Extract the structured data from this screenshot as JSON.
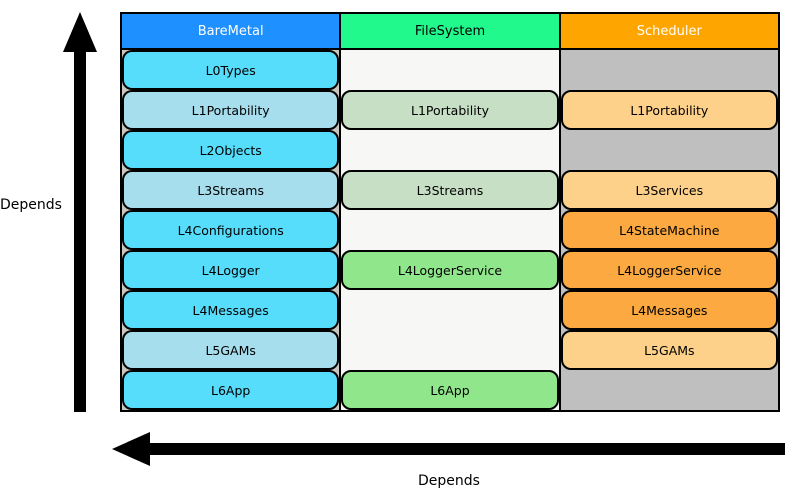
{
  "diagram": {
    "title": "MARTe layered dependency diagram",
    "depends_left_label": "Depends",
    "depends_bottom_label": "Depends",
    "palette": {
      "cyan": "#55DDFB",
      "light_blue": "#A6DEEE",
      "pale_green": "#C7E0C5",
      "green": "#90E78B",
      "light_orange": "#FDD18A",
      "orange": "#FBA940",
      "border": "#000000"
    },
    "columns": [
      {
        "name": "BareMetal",
        "header_color": "#1E90FF",
        "header_text_color": "#FFFFFF",
        "body_bg": "#C8C5BE"
      },
      {
        "name": "FileSystem",
        "header_color": "#22F98C",
        "header_text_color": "#000000",
        "body_bg": "#F7F7F5"
      },
      {
        "name": "Scheduler",
        "header_color": "#FFA500",
        "header_text_color": "#FFFFFF",
        "body_bg": "#BFBFBF"
      }
    ],
    "rows": [
      {
        "cells": [
          {
            "label": "L0Types",
            "color": "cyan"
          },
          null,
          null
        ]
      },
      {
        "cells": [
          {
            "label": "L1Portability",
            "color": "light_blue"
          },
          {
            "label": "L1Portability",
            "color": "pale_green"
          },
          {
            "label": "L1Portability",
            "color": "light_orange"
          }
        ]
      },
      {
        "cells": [
          {
            "label": "L2Objects",
            "color": "cyan"
          },
          null,
          null
        ]
      },
      {
        "cells": [
          {
            "label": "L3Streams",
            "color": "light_blue"
          },
          {
            "label": "L3Streams",
            "color": "pale_green"
          },
          {
            "label": "L3Services",
            "color": "light_orange"
          }
        ]
      },
      {
        "cells": [
          {
            "label": "L4Configurations",
            "color": "cyan"
          },
          null,
          {
            "label": "L4StateMachine",
            "color": "orange"
          }
        ]
      },
      {
        "cells": [
          {
            "label": "L4Logger",
            "color": "cyan"
          },
          {
            "label": "L4LoggerService",
            "color": "green"
          },
          {
            "label": "L4LoggerService",
            "color": "orange"
          }
        ]
      },
      {
        "cells": [
          {
            "label": "L4Messages",
            "color": "cyan"
          },
          null,
          {
            "label": "L4Messages",
            "color": "orange"
          }
        ]
      },
      {
        "cells": [
          {
            "label": "L5GAMs",
            "color": "light_blue"
          },
          null,
          {
            "label": "L5GAMs",
            "color": "light_orange"
          }
        ]
      },
      {
        "cells": [
          {
            "label": "L6App",
            "color": "cyan"
          },
          {
            "label": "L6App",
            "color": "green"
          },
          null
        ]
      }
    ]
  }
}
